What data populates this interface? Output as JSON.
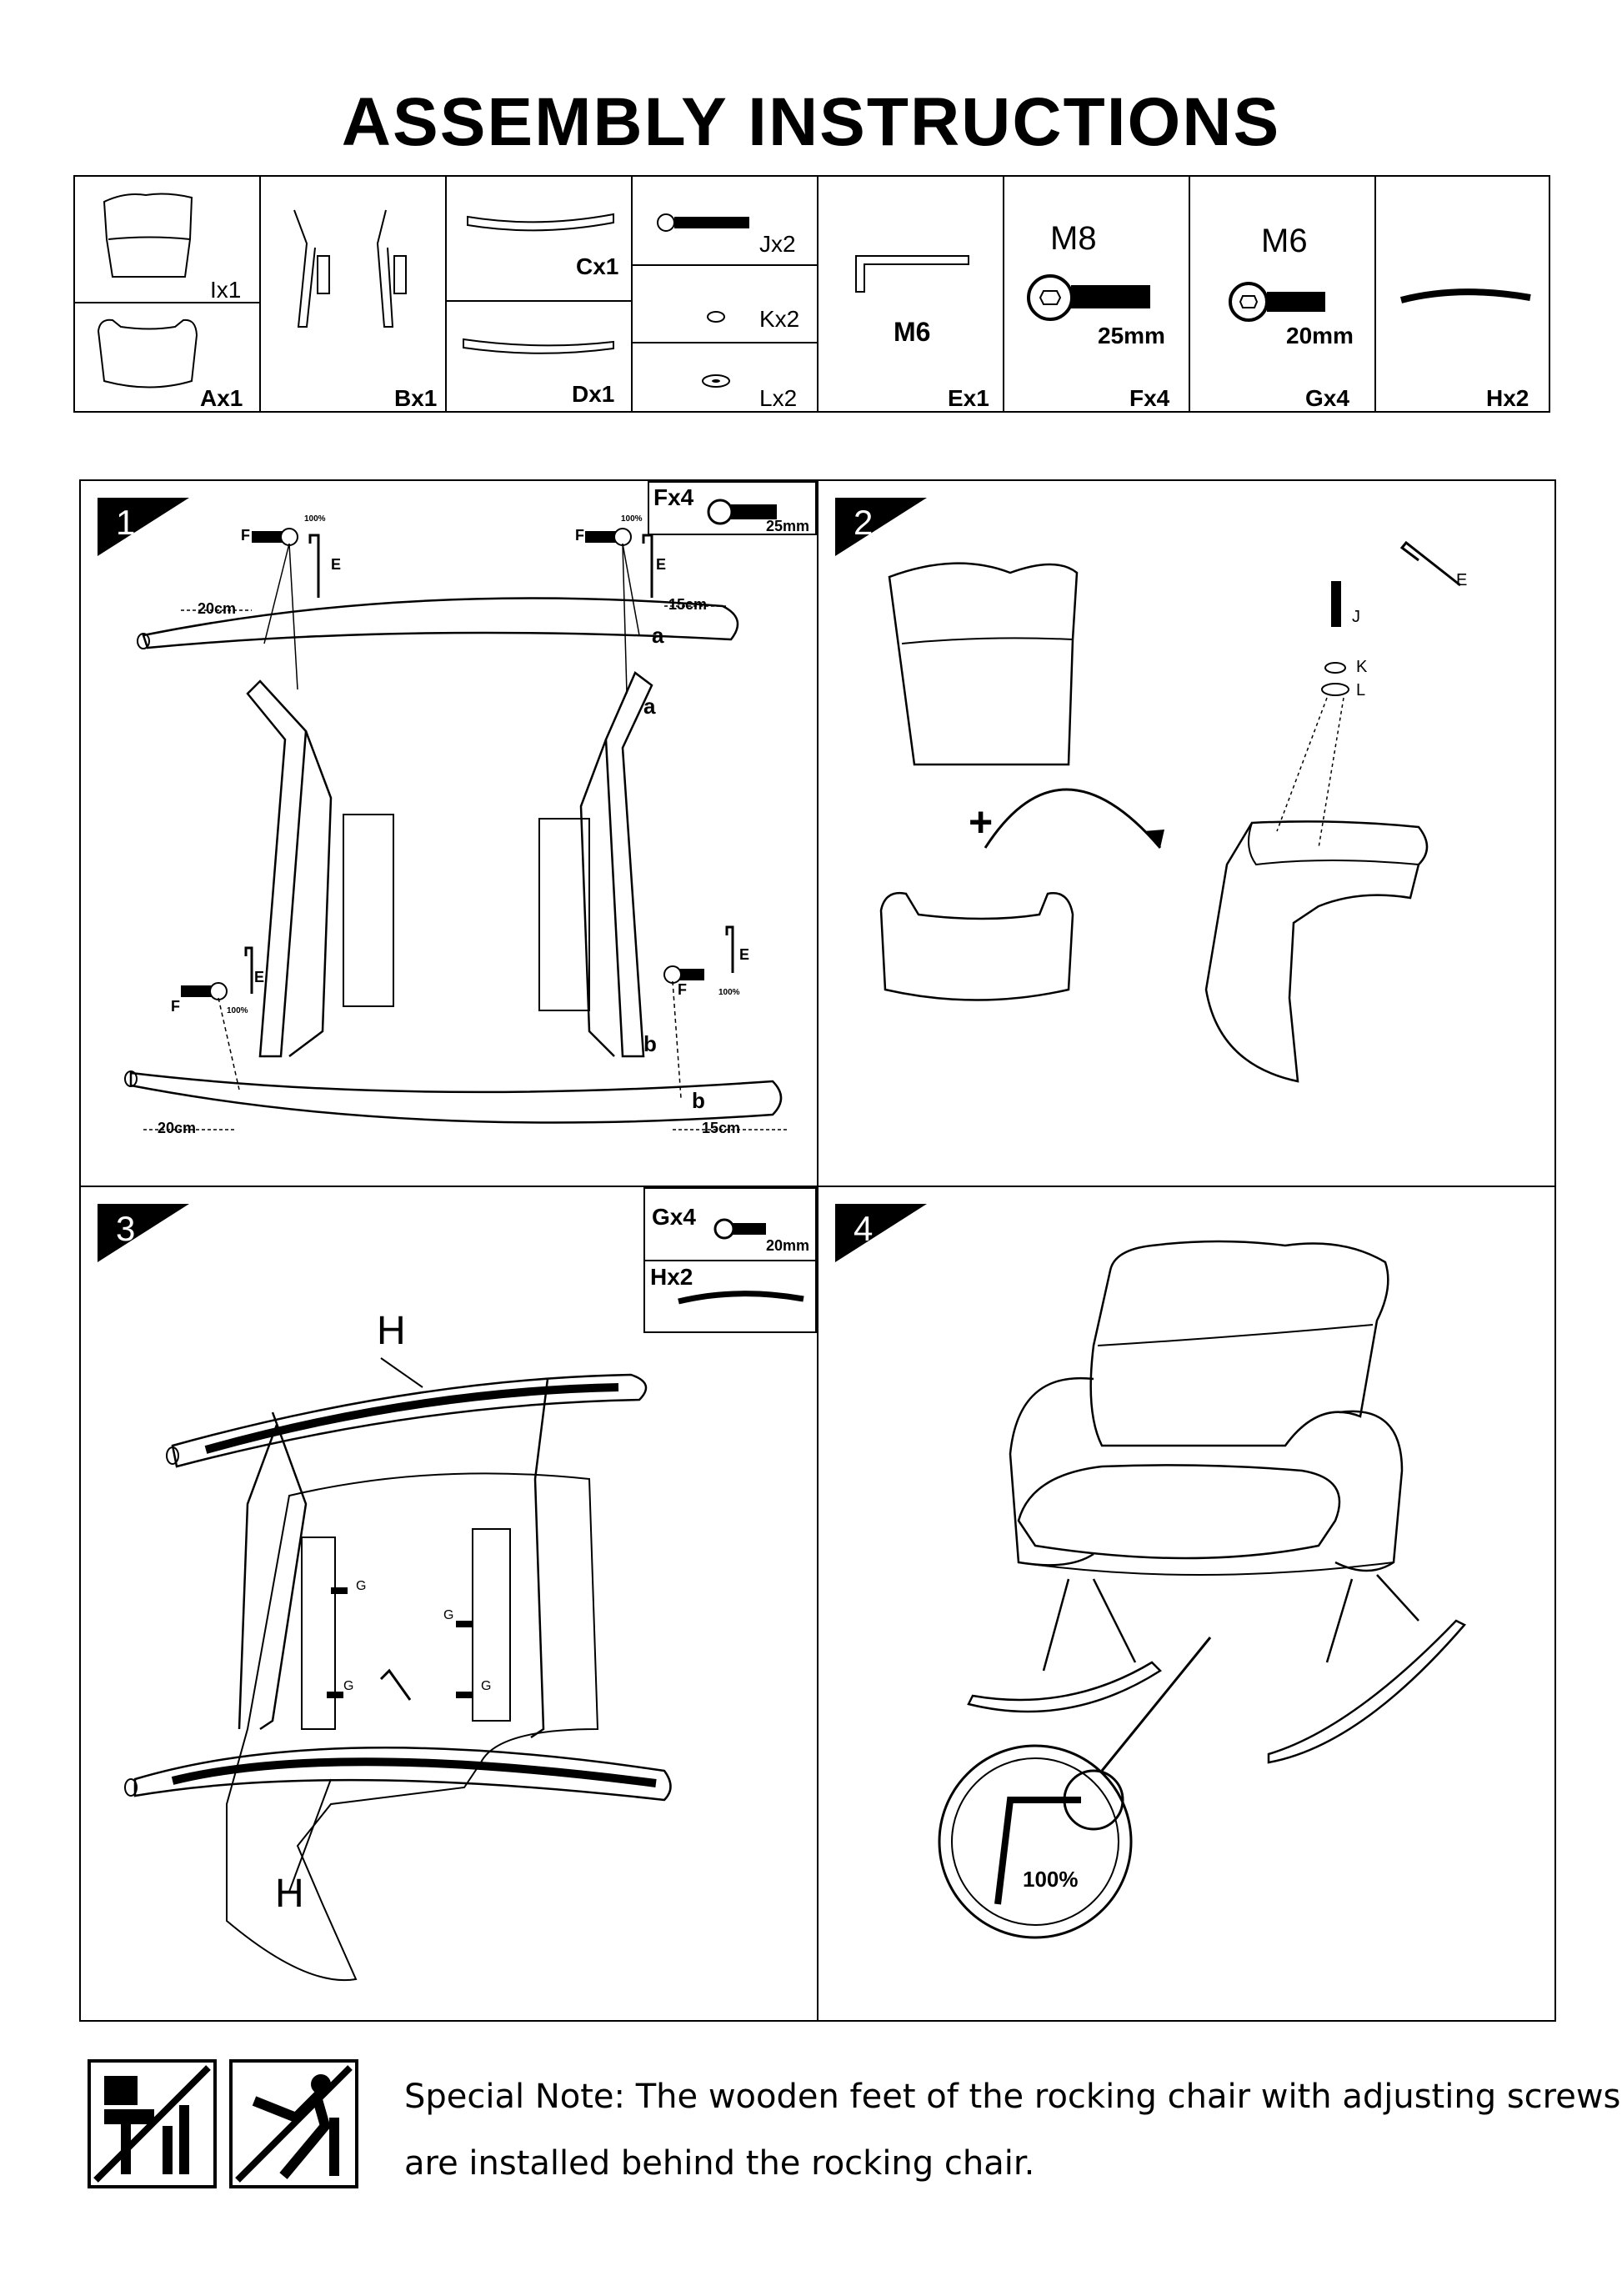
{
  "title": "ASSEMBLY INSTRUCTIONS",
  "parts": {
    "I": "Ix1",
    "A": "Ax1",
    "B": "Bx1",
    "C": "Cx1",
    "D": "Dx1",
    "J": "Jx2",
    "K": "Kx2",
    "L": "Lx2",
    "E_size": "M6",
    "E": "Ex1",
    "F_size": "M8",
    "F_len": "25mm",
    "F": "Fx4",
    "G_size": "M6",
    "G_len": "20mm",
    "G": "Gx4",
    "H": "Hx2"
  },
  "steps": [
    {
      "number": "1",
      "inset_label": "Fx4",
      "inset_len": "25mm",
      "labels": {
        "F": "F",
        "E": "E",
        "pct": "100%",
        "a": "a",
        "b": "b",
        "d20": "20cm",
        "d15": "15cm"
      }
    },
    {
      "number": "2",
      "labels": {
        "E": "E",
        "J": "J",
        "K": "K",
        "L": "L",
        "plus": "+"
      }
    },
    {
      "number": "3",
      "inset_label": "Gx4",
      "inset_len": "20mm",
      "inset2_label": "Hx2",
      "labels": {
        "H": "H",
        "G": "G"
      }
    },
    {
      "number": "4",
      "labels": {
        "pct": "100%"
      }
    }
  ],
  "note": {
    "line1": "Special Note: The wooden feet of the rocking chair with adjusting screws",
    "line2": "are installed behind the rocking chair."
  }
}
